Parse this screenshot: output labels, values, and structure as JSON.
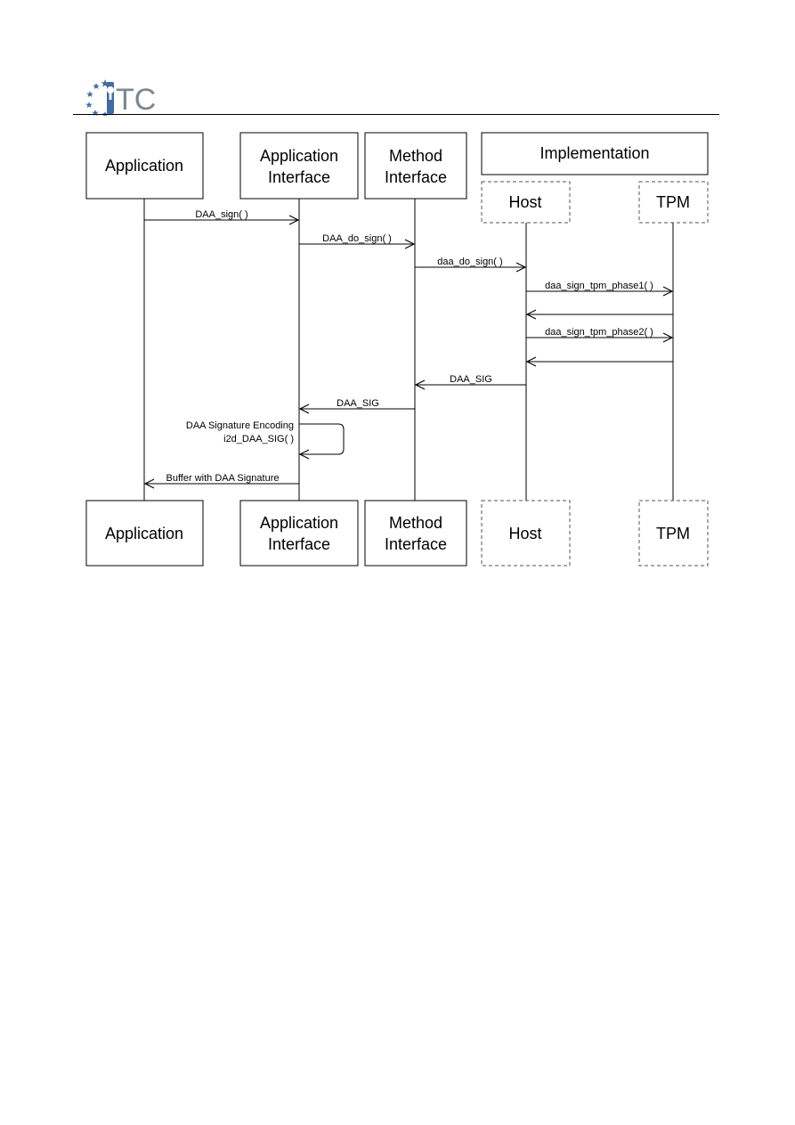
{
  "logo": {
    "text": "TC",
    "color": "#3c6da9"
  },
  "diagram": {
    "group_label": "Implementation",
    "participants": [
      {
        "id": "app",
        "label_lines": [
          "Application"
        ],
        "style": "solid"
      },
      {
        "id": "appif",
        "label_lines": [
          "Application",
          "Interface"
        ],
        "style": "solid"
      },
      {
        "id": "methif",
        "label_lines": [
          "Method",
          "Interface"
        ],
        "style": "solid"
      },
      {
        "id": "host",
        "label_lines": [
          "Host"
        ],
        "style": "dashed"
      },
      {
        "id": "tpm",
        "label_lines": [
          "TPM"
        ],
        "style": "dashed"
      }
    ],
    "messages": [
      {
        "from": "app",
        "to": "appif",
        "label": "DAA_sign( )"
      },
      {
        "from": "appif",
        "to": "methif",
        "label": "DAA_do_sign( )"
      },
      {
        "from": "methif",
        "to": "host",
        "label": "daa_do_sign( )"
      },
      {
        "from": "host",
        "to": "tpm",
        "label": "daa_sign_tpm_phase1( )"
      },
      {
        "from": "tpm",
        "to": "host",
        "label": ""
      },
      {
        "from": "host",
        "to": "tpm",
        "label": "daa_sign_tpm_phase2( )"
      },
      {
        "from": "tpm",
        "to": "host",
        "label": ""
      },
      {
        "from": "host",
        "to": "methif",
        "label": "DAA_SIG"
      },
      {
        "from": "methif",
        "to": "appif",
        "label": "DAA_SIG"
      },
      {
        "from": "appif",
        "to": "appif",
        "label_lines": [
          "DAA Signature Encoding",
          "i2d_DAA_SIG( )"
        ]
      },
      {
        "from": "appif",
        "to": "app",
        "label": "Buffer with DAA Signature"
      }
    ]
  }
}
